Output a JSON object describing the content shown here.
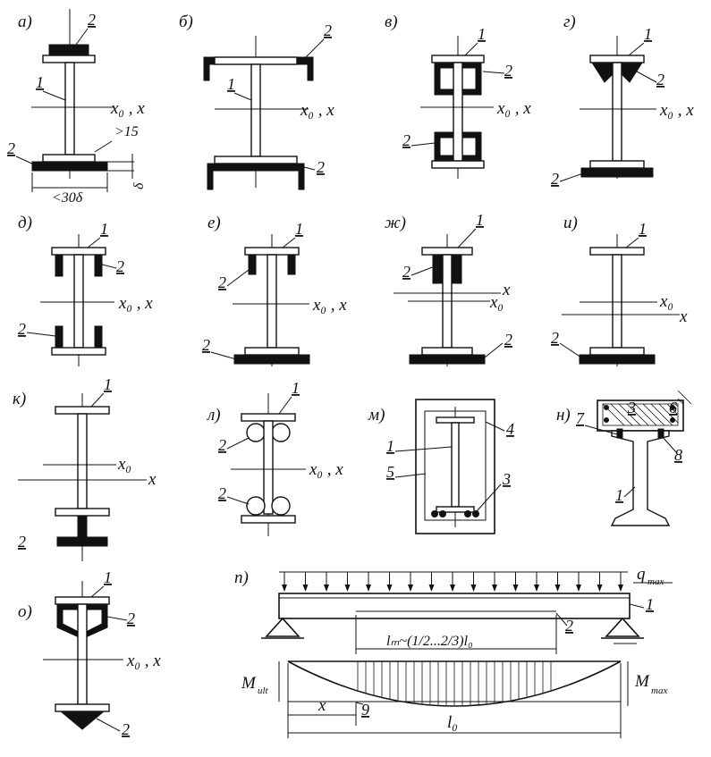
{
  "panels": {
    "a": {
      "letter": "а)",
      "n1": "1",
      "n2a": "2",
      "n2b": "2",
      "axis": "x₀ , x",
      "gt15": ">15",
      "lt30": "<30δ",
      "delta": "δ"
    },
    "b": {
      "letter": "б)",
      "n1": "1",
      "n2a": "2",
      "n2b": "2",
      "axis": "x₀ , x"
    },
    "v": {
      "letter": "в)",
      "n1": "1",
      "n2a": "2",
      "n2b": "2",
      "axis": "x₀ , x"
    },
    "g": {
      "letter": "г)",
      "n1": "1",
      "n2a": "2",
      "n2b": "2",
      "axis": "x₀ , x"
    },
    "d": {
      "letter": "д)",
      "n1": "1",
      "n2a": "2",
      "n2b": "2",
      "axis": "x₀ , x"
    },
    "e": {
      "letter": "е)",
      "n1": "1",
      "n2a": "2",
      "n2b": "2",
      "axis": "x₀ , x"
    },
    "zh": {
      "letter": "ж)",
      "n1": "1",
      "n2a": "2",
      "n2b": "2",
      "axis_x": "x",
      "axis_x0": "x₀"
    },
    "i": {
      "letter": "и)",
      "n1": "1",
      "n2": "2",
      "axis_x0": "x₀",
      "axis_x": "x"
    },
    "k": {
      "letter": "к)",
      "n1": "1",
      "n2": "2",
      "axis_x0": "x₀",
      "axis_x": "x"
    },
    "l": {
      "letter": "л)",
      "n1": "1",
      "n2a": "2",
      "n2b": "2",
      "axis": "x₀ , x"
    },
    "m": {
      "letter": "м)",
      "n1": "1",
      "n3": "3",
      "n4": "4",
      "n5": "5"
    },
    "n": {
      "letter": "н)",
      "n1": "1",
      "n3": "3",
      "n6": "6",
      "n7": "7",
      "n8": "8"
    },
    "o": {
      "letter": "о)",
      "n1": "1",
      "n2a": "2",
      "n2b": "2",
      "axis": "x₀ , x"
    },
    "p": {
      "letter": "п)",
      "q": "q",
      "q_sub": "max",
      "n1": "1",
      "n2": "2",
      "n9": "9",
      "lm": "lₘ~(1/2...2/3)l₀",
      "lo": "l₀",
      "x": "x",
      "m_ult": "M",
      "m_ult_sub": "ult",
      "m_max": "M",
      "m_max_sub": "max"
    }
  }
}
